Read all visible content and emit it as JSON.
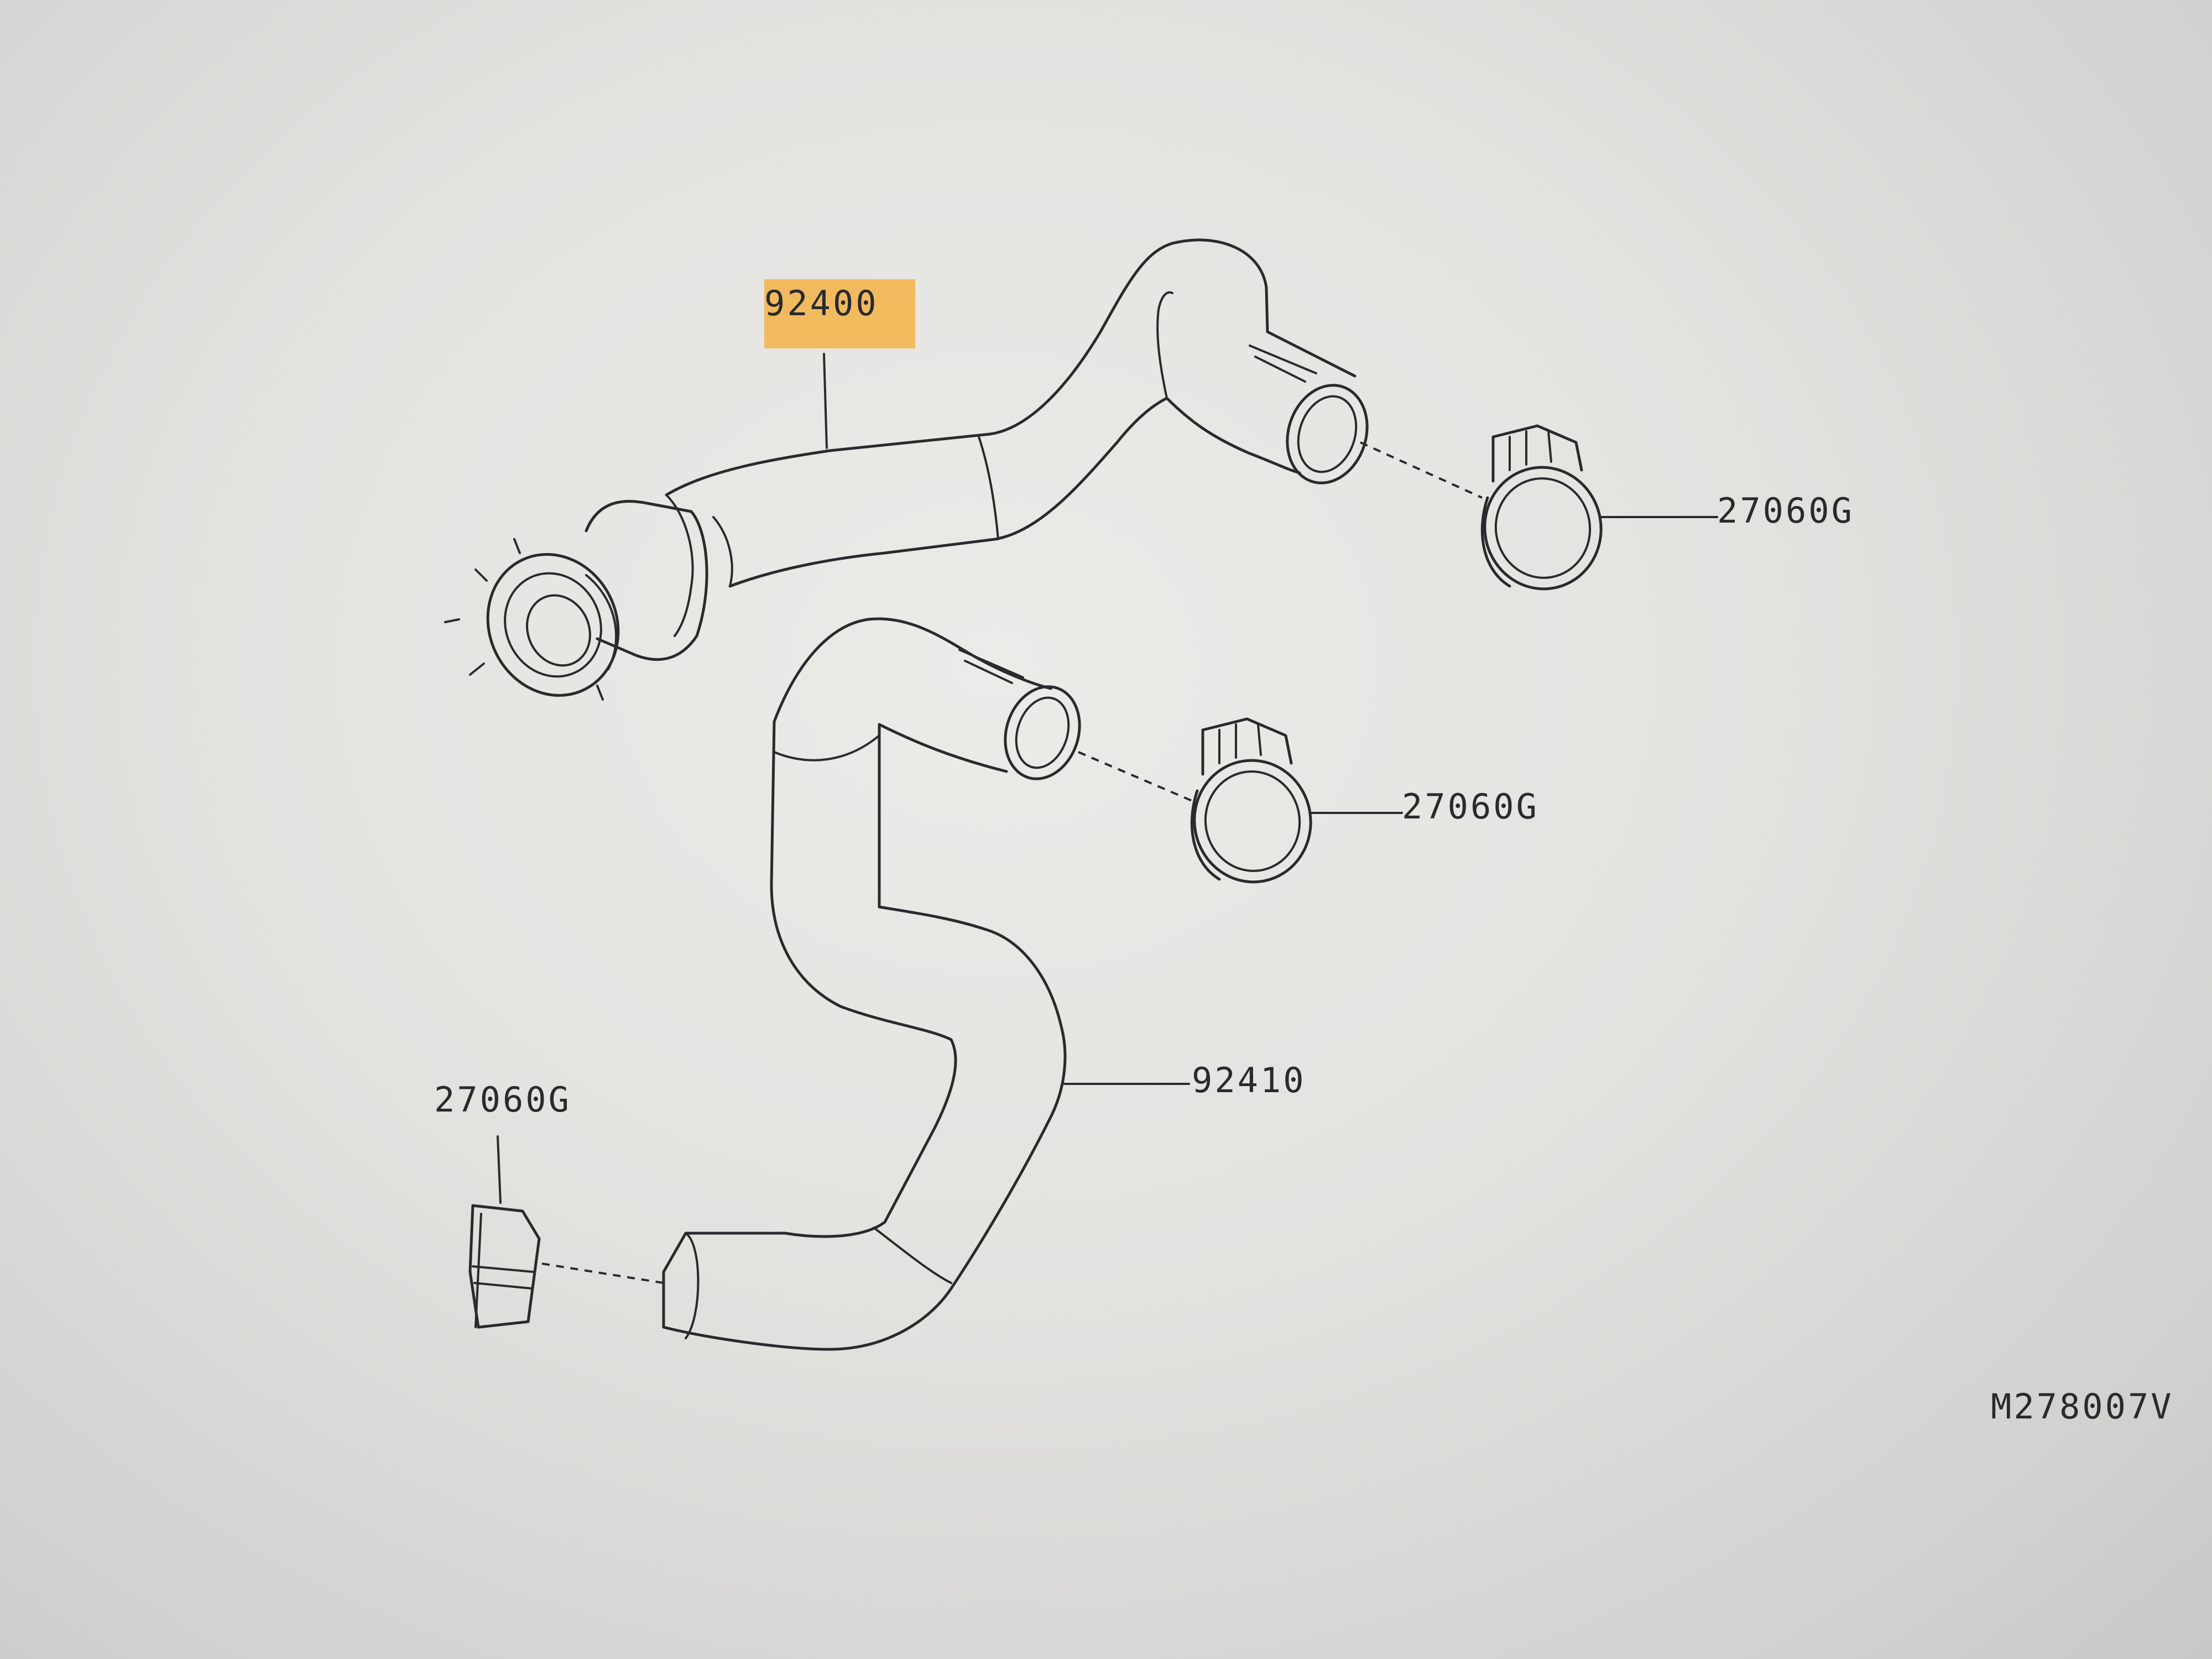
{
  "diagram": {
    "highlight_color": "#f2b347",
    "line_color": "#2a2a2e",
    "labels": {
      "upper_hose": "92400",
      "lower_hose": "92410",
      "clamp_upper": "27060G",
      "clamp_middle": "27060G",
      "clamp_lower": "27060G",
      "figure_code": "M278007V"
    }
  }
}
